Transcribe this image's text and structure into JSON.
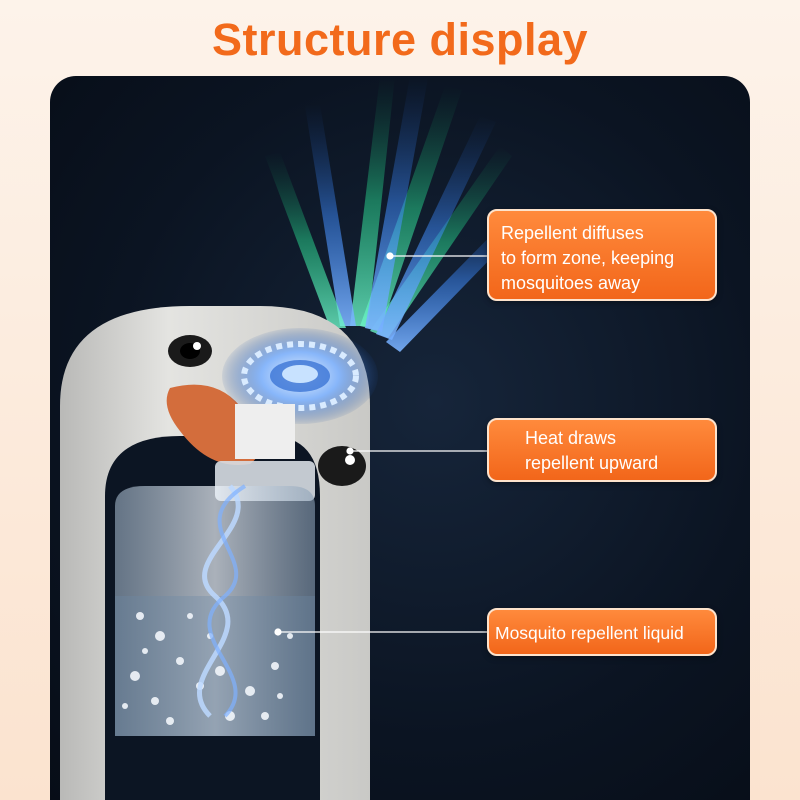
{
  "title": "Structure display",
  "callouts": {
    "diffuse": {
      "lines": [
        "Repellent diffuses",
        "to form zone, keeping",
        "mosquitoes away"
      ]
    },
    "heat": {
      "lines": [
        "Heat draws",
        "repellent upward"
      ]
    },
    "liquid": {
      "lines": [
        "Mosquito repellent liquid"
      ]
    }
  },
  "colors": {
    "accent": "#f26a1b",
    "background": "#fbe3cf",
    "panel": "#0b1422",
    "device_body": "#d9d9d6",
    "beak": "#d36d3c",
    "glow_blue": "#6fa9ff",
    "glow_green": "#2fe8a0"
  },
  "icons": {
    "device": "penguin-mosquito-repeller",
    "vapor": "vapor-rays",
    "heater": "heating-coil-ring"
  }
}
